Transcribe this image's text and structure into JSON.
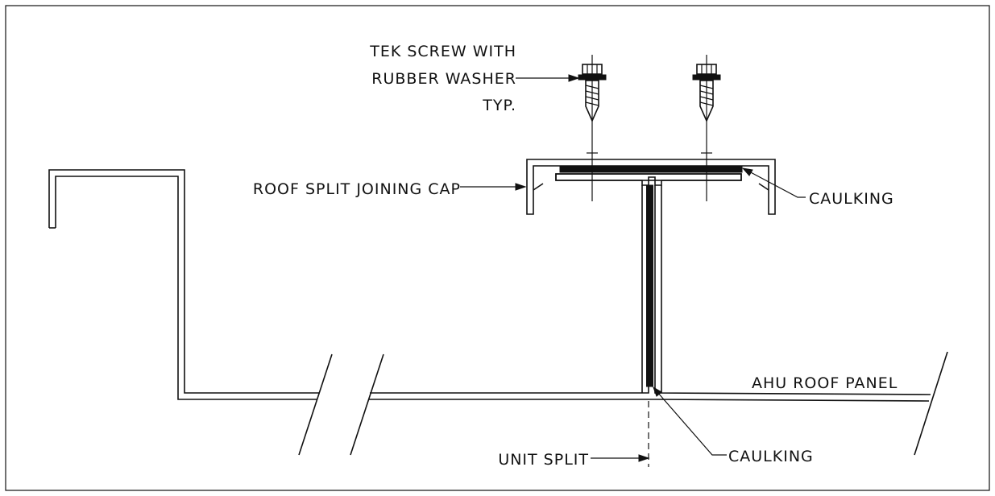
{
  "labels": {
    "tek_screw_line1": "TEK SCREW WITH",
    "tek_screw_line2": "RUBBER WASHER",
    "tek_screw_line3": "TYP.",
    "roof_split_cap": "ROOF SPLIT JOINING CAP",
    "caulking_top": "CAULKING",
    "ahu_roof_panel": "AHU ROOF PANEL",
    "unit_split": "UNIT SPLIT",
    "caulking_bottom": "CAULKING"
  },
  "colors": {
    "line": "#111111",
    "background": "#ffffff"
  }
}
